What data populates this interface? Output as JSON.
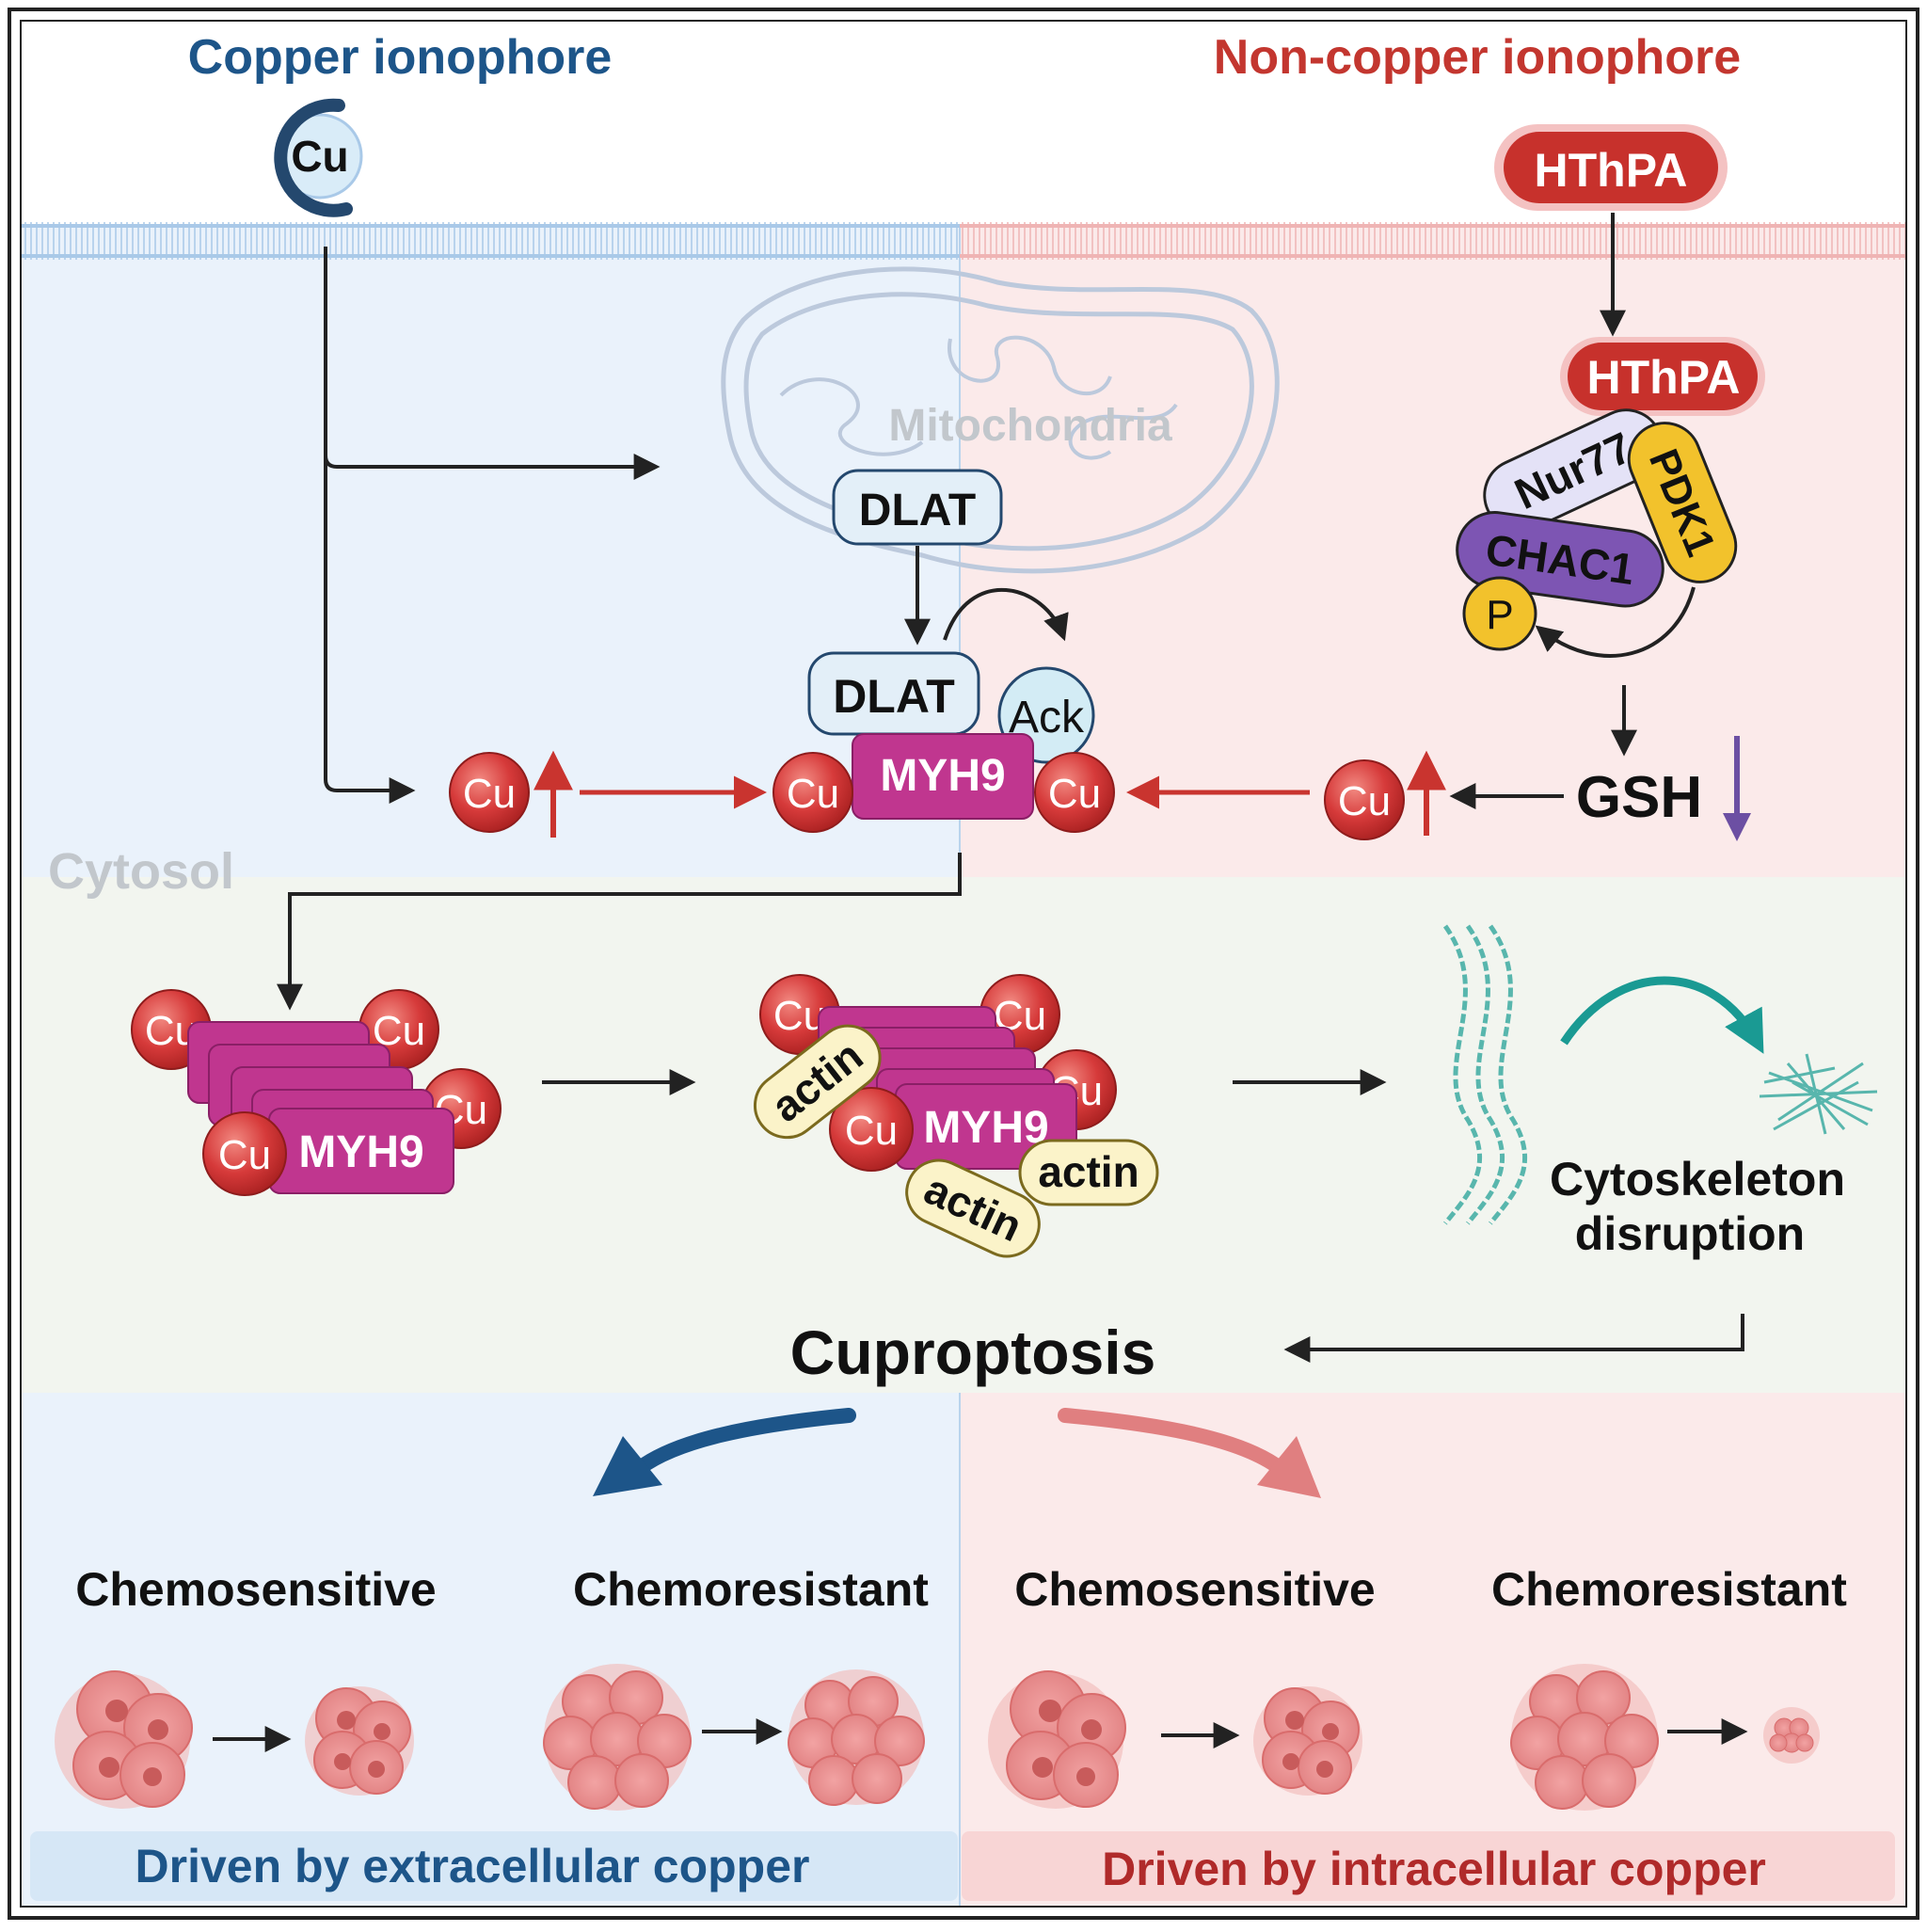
{
  "header": {
    "left_title": "Copper ionophore",
    "right_title": "Non-copper ionophore",
    "hthpa_outside": "HThPA"
  },
  "mito": {
    "label": "Mitochondria",
    "dlat_inner": "DLAT"
  },
  "complex": {
    "dlat": "DLAT",
    "ack": "Ack",
    "myh9": "MYH9",
    "cu": "Cu"
  },
  "right_pathway": {
    "hthpa_inside": "HThPA",
    "nur77": "Nur77",
    "pdk1": "PDK1",
    "chac1": "CHAC1",
    "p": "P",
    "gsh": "GSH"
  },
  "cytosol_label": "Cytosol",
  "aggregate": {
    "cu": "Cu",
    "myh9": "MYH9",
    "actin": "actin"
  },
  "cytoskeleton_label_1": "Cytoskeleton",
  "cytoskeleton_label_2": "disruption",
  "cuproptosis": "Cuproptosis",
  "outcomes": {
    "left_sensitive": "Chemosensitive",
    "left_resistant": "Chemoresistant",
    "right_sensitive": "Chemosensitive",
    "right_resistant": "Chemoresistant"
  },
  "footer": {
    "left": "Driven by extracellular copper",
    "right": "Driven by intracellular copper"
  },
  "colors": {
    "blue_title": "#1d5589",
    "red_title": "#c3362f",
    "cu_red": "#d63a3a",
    "myh9_magenta": "#c0368f",
    "hthpa_red": "#c7312c",
    "teal": "#1a9a93"
  }
}
